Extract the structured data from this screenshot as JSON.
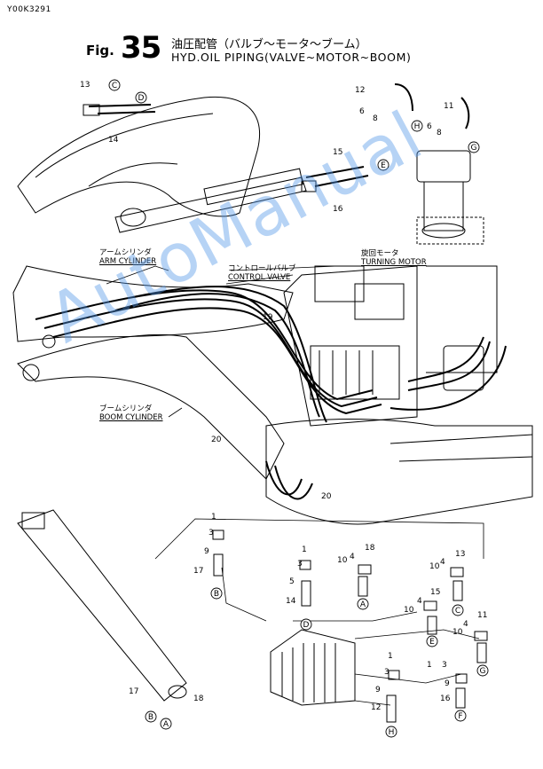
{
  "header": {
    "code": "Y00K3291",
    "fig_prefix": "Fig.",
    "fig_number": "35",
    "title_jp": "油圧配管（バルブ〜モータ〜ブーム）",
    "title_en": "HYD.OIL PIPING(VALVE~MOTOR~BOOM)"
  },
  "labels": {
    "arm_cylinder": {
      "jp": "アームシリンダ",
      "en": "ARM CYLINDER"
    },
    "control_valve": {
      "jp": "コントロールバルブ",
      "en": "CONTROL VALVE"
    },
    "turning_motor": {
      "jp": "旋回モータ",
      "en": "TURNING MOTOR"
    },
    "boom_cylinder": {
      "jp": "ブームシリンダ",
      "en": "BOOM CYLINDER"
    }
  },
  "watermark": "AutoManual",
  "part_numbers": {
    "p13_top": "13",
    "p14": "14",
    "p12_top": "12",
    "p6_left": "6",
    "p8_left": "8",
    "p11_top": "11",
    "p6_right": "6",
    "p8_right": "8",
    "p15_top": "15",
    "p16": "16",
    "p19": "19",
    "p20_a": "20",
    "p20_b": "20",
    "g1_1": "1",
    "g1_3": "3",
    "g1_9": "9",
    "g1_17": "17",
    "g2_1": "1",
    "g2_3": "3",
    "g2_5": "5",
    "g2_14": "14",
    "g3_18": "18",
    "g3_10": "10",
    "g3_4": "4",
    "g4_10": "10",
    "g4_4": "4",
    "g4_13": "13",
    "g5_10": "10",
    "g5_4": "4",
    "g5_15": "15",
    "g6_10": "10",
    "g6_4": "4",
    "g6_11": "11",
    "g7_1": "1",
    "g7_3": "3",
    "g7_9": "9",
    "g7_12": "12",
    "g8_1": "1",
    "g8_3": "3",
    "g8_9": "9",
    "g8_16": "16",
    "b17": "17",
    "b18": "18"
  },
  "connectors": {
    "c_top": "C",
    "d_top": "D",
    "h_top": "H",
    "g_top": "G",
    "e_top": "E",
    "b_g1": "B",
    "d_g2": "D",
    "a_g3": "A",
    "c_g4": "C",
    "e_g5": "E",
    "g_g6": "G",
    "h_g7": "H",
    "f_g8": "F",
    "b_bot": "B",
    "a_bot": "A"
  }
}
